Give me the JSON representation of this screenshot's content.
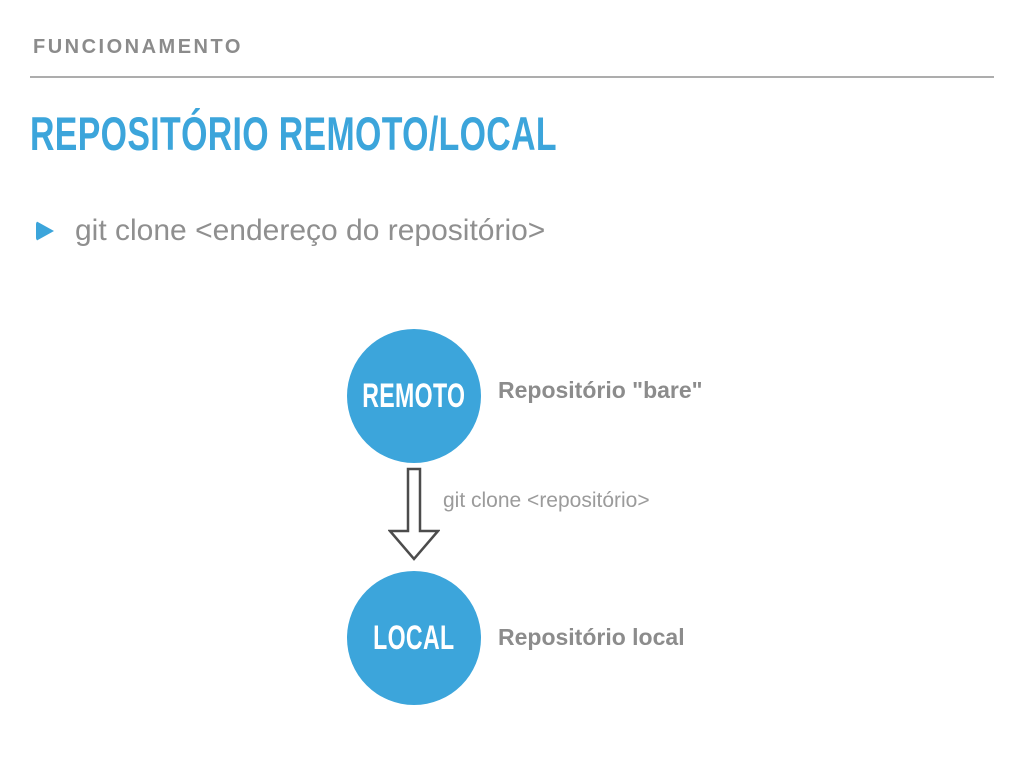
{
  "slide": {
    "header": "FUNCIONAMENTO",
    "title": "REPOSITÓRIO REMOTO/LOCAL",
    "bullet": "git clone <endereço do repositório>"
  },
  "diagram": {
    "remote_node": "REMOTO",
    "remote_label": "Repositório \"bare\"",
    "arrow_label": "git clone <repositório>",
    "arrow_icon": "down-arrow",
    "local_node": "LOCAL",
    "local_label": "Repositório local"
  },
  "colors": {
    "accent_blue": "#3ca5db",
    "gray_text": "#8f8f8f",
    "gray_label_bold": "#8c8c8c",
    "arrow_outline": "#4c4c4c",
    "header_rule": "#adadad"
  }
}
